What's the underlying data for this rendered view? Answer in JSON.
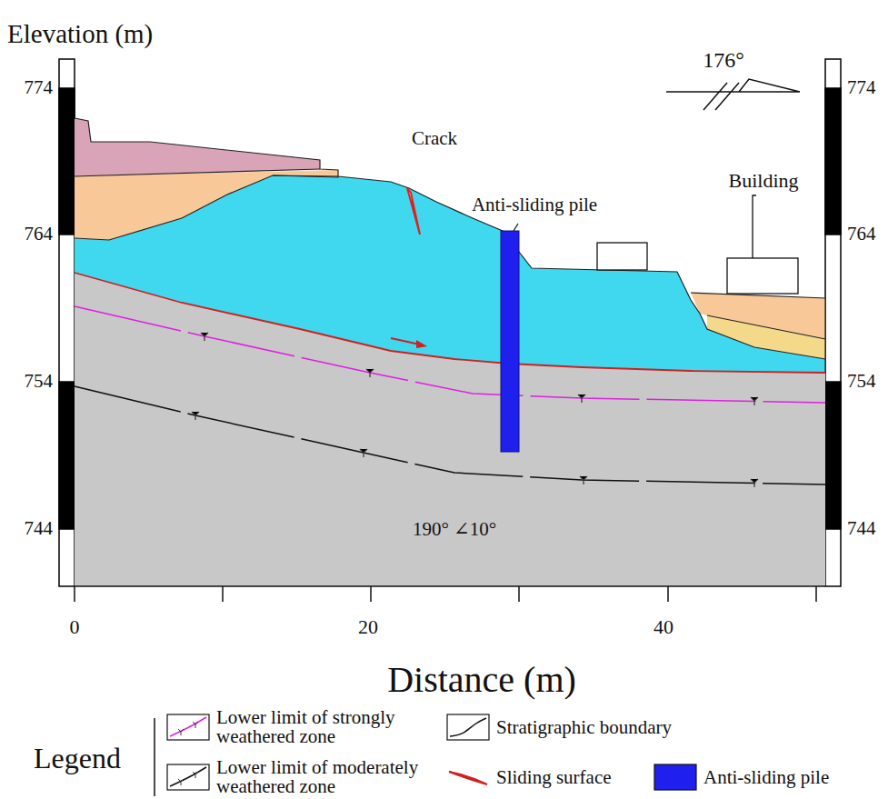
{
  "diagram": {
    "labels": [
      "Elevation (m)",
      "774",
      "764",
      "754",
      "744",
      "774",
      "764",
      "754",
      "744",
      "176°",
      "Crack",
      "Anti-sliding pile",
      "Building",
      "190° ∠10°",
      "0",
      "20",
      "40",
      "Distance (m)",
      "Legend"
    ],
    "legend": [
      {
        "text": "Lower limit of strongly weathered zone"
      },
      {
        "text": "Lower limit of moderately weathered zone"
      },
      {
        "text": "Stratigraphic boundary"
      },
      {
        "text": "Sliding surface"
      },
      {
        "text": "Anti-sliding pile",
        "color": "#1f1fee"
      }
    ]
  }
}
